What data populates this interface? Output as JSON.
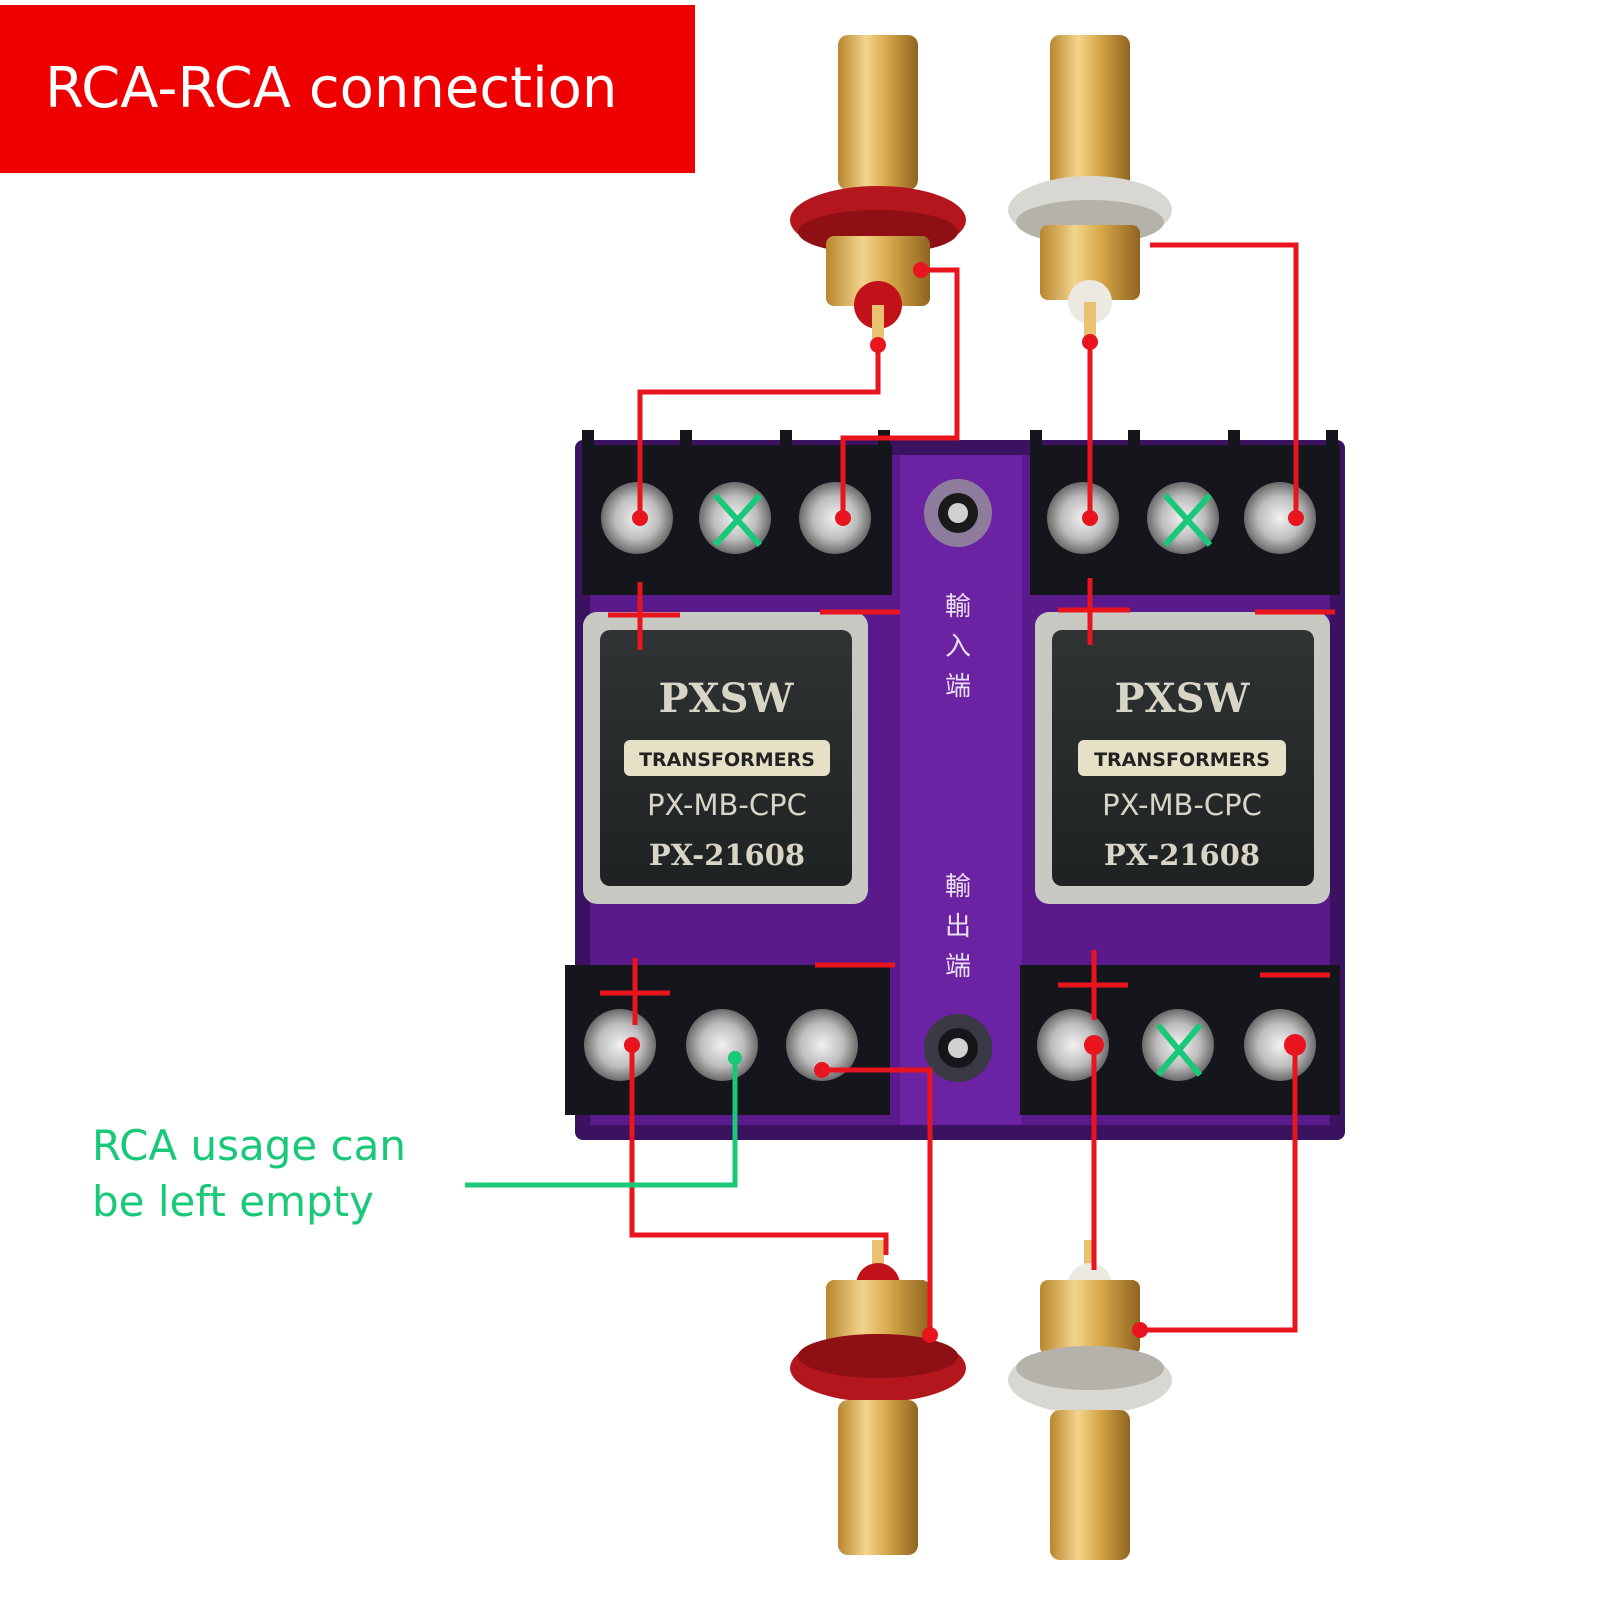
{
  "header": {
    "title": "RCA-RCA connection"
  },
  "note": {
    "line1": "RCA usage can",
    "line2": "be left empty"
  },
  "transformers": [
    {
      "brand": "PXSW",
      "tag": "TRANSFORMERS",
      "model": "PX-MB-CPC",
      "part": "PX-21608"
    },
    {
      "brand": "PXSW",
      "tag": "TRANSFORMERS",
      "model": "PX-MB-CPC",
      "part": "PX-21608"
    }
  ],
  "board": {
    "input_label": "輸入端",
    "output_label": "輸出端"
  },
  "colors": {
    "banner": "#ef0000",
    "wire_red": "#e8141e",
    "wire_green": "#19c879",
    "board_purple": "#5a1a8c",
    "terminal_black": "#15151c",
    "gold": "#d9a94a"
  },
  "icons": [
    "rca-jack-red-icon",
    "rca-jack-white-icon",
    "screw-terminal-icon",
    "plus-mark-icon",
    "minus-mark-icon",
    "unused-x-mark-icon"
  ]
}
